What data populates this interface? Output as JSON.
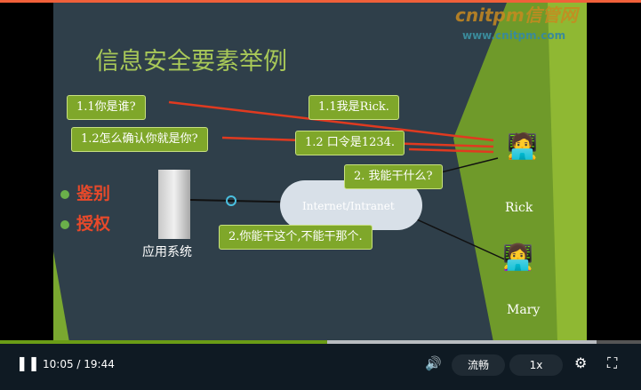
{
  "slide": {
    "title": "信息安全要素举例",
    "logo": "cnitpm信管网",
    "logo_url": "www.cnitpm.com",
    "bubbles": [
      "1.1你是谁?",
      "1.2怎么确认你就是你?",
      "1.1我是Rick.",
      "1.2 口令是1234.",
      "2. 我能干什么?",
      "2.你能干这个,不能干那个."
    ],
    "bullets": [
      "鉴别",
      "授权"
    ],
    "server_label": "应用系统",
    "cloud_label": "Internet/Intranet",
    "users": [
      "Rick",
      "Mary"
    ]
  },
  "player": {
    "time": "10:05 / 19:44",
    "progress_percent": 51,
    "buffered_percent": 93,
    "quality": "流畅",
    "speed": "1x"
  }
}
